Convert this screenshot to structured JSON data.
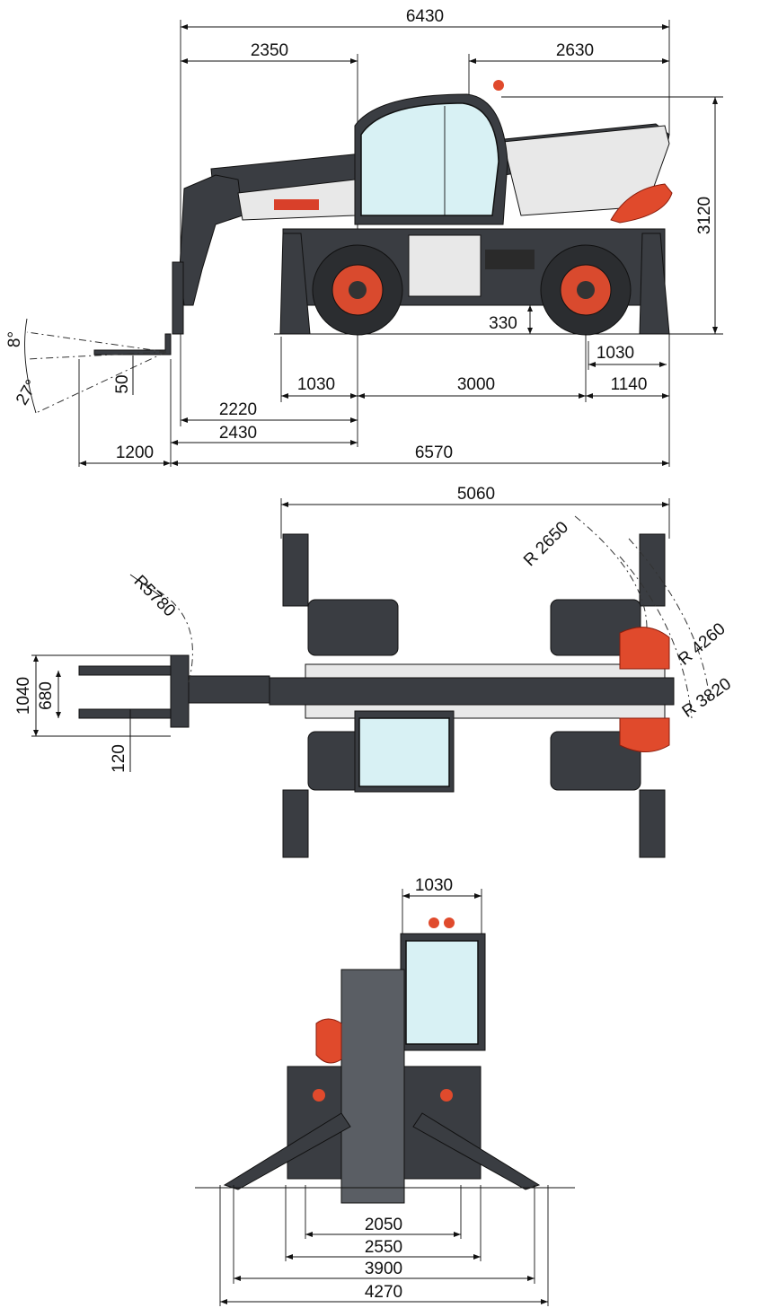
{
  "colors": {
    "brand_red": "#e04a2c",
    "body_dark": "#3a3d42",
    "glass": "#d8f1f4",
    "line": "#111111"
  },
  "side_view": {
    "overall_length_top": "6430",
    "front_to_axle_top": "2350",
    "rear_section_top": "2630",
    "height": "3120",
    "ground_clearance": "330",
    "rear_overhang_small": "1030",
    "front_overhang": "1030",
    "wheelbase": "3000",
    "rear_to_stabilizer": "1140",
    "fork_to_axle_a": "2220",
    "fork_to_axle_b": "2430",
    "fork_length": "1200",
    "overall_length_bottom": "6570",
    "fork_thickness": "50",
    "tilt_up": "8°",
    "tilt_down": "27°"
  },
  "top_view": {
    "width_overall": "5060",
    "turn_radius_inner": "R 2650",
    "turn_radius_outer_forks": "R5780",
    "turn_radius_a": "R 4260",
    "turn_radius_b": "R 3820",
    "fork_carriage_width": "1040",
    "fork_spacing": "680",
    "fork_width": "120"
  },
  "rear_view": {
    "cab_width": "1030",
    "track_inner": "2050",
    "track_outer": "2550",
    "stabilizer_span": "3900",
    "stabilizer_span_max": "4270"
  }
}
